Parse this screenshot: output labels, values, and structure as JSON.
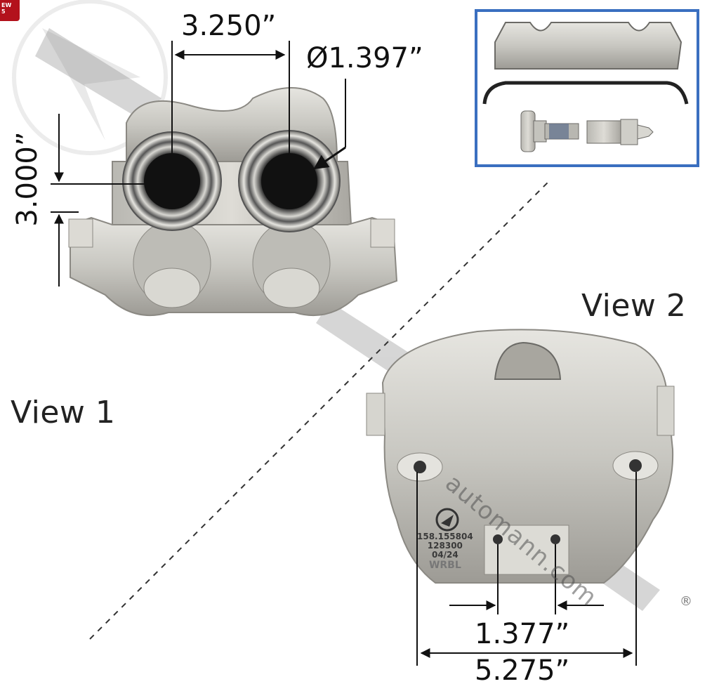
{
  "badge": {
    "text_line1": "EW",
    "text_line2": "5"
  },
  "views": {
    "view1_label": "View 1",
    "view2_label": "View 2"
  },
  "dimensions": {
    "bore_spacing": "3.250”",
    "bore_diameter": "Ø1.397”",
    "bore_height": "3.000”",
    "inner_hole_spacing": "1.377”",
    "outer_hole_spacing": "5.275”"
  },
  "casting_marks": {
    "line1": "158.155804",
    "line2": "128300",
    "line3": "04/24",
    "line4": "WRBL"
  },
  "watermark": {
    "brand_text": "automann.com",
    "registered_mark": "®",
    "logo_name": "automann-logo"
  },
  "inset": {
    "border_color": "#3a6fc0",
    "items": [
      "pad-abutment-clip",
      "anti-rattle-spring",
      "slide-pin-bolt",
      "bleeder-screw"
    ]
  },
  "colors": {
    "metal": "#c9c8c2",
    "metal_dark": "#8e8c86",
    "bore": "#111111"
  }
}
